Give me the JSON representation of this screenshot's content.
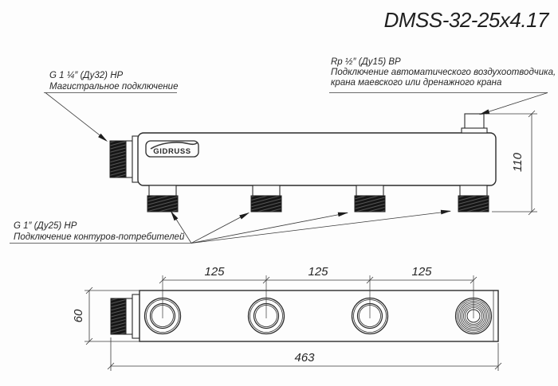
{
  "title": "DMSS-32-25x4.17",
  "logo": {
    "text": "GIDRUSS"
  },
  "labels": {
    "inlet": {
      "line1": "G 1 ¼″ (Ду32) НР",
      "line2": "Магистральное подключение"
    },
    "air_vent": {
      "line1": "Rp ½″ (Ду15) ВР",
      "line2": "Подключение автоматического воздухоотводчика,",
      "line3": "крана маевского или дренажного крана"
    },
    "outlets": {
      "line1": "G 1″ (Ду25) НР",
      "line2": "Подключение контуров-потребителей"
    }
  },
  "dimensions": {
    "overall_height": "110",
    "port_pitch": [
      "125",
      "125",
      "125"
    ],
    "body_depth": "60",
    "total_length": "463"
  },
  "colors": {
    "line": "#2b2b2b",
    "background": "#fdfdfd",
    "thread_fill": "#161616"
  }
}
